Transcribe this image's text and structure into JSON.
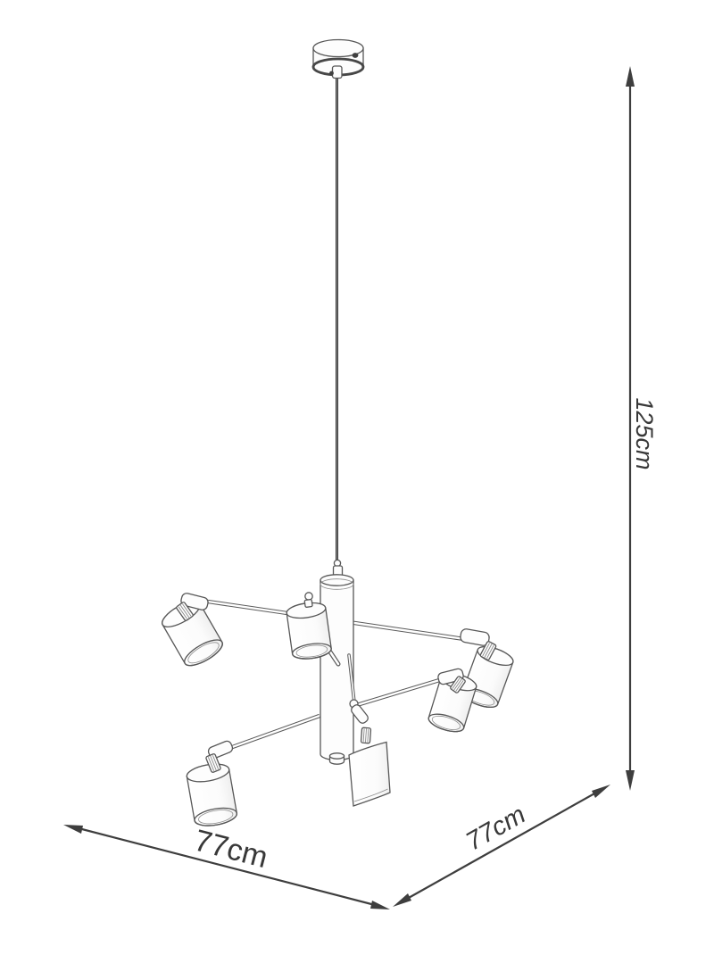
{
  "diagram": {
    "subject": "six-light-pendant-spot-chandelier-dimension-drawing",
    "dimensions": {
      "height_label": "125cm",
      "width_label": "77cm",
      "depth_label": "77cm"
    },
    "colors": {
      "background": "#ffffff",
      "drawing_line": "#575757",
      "dimension_line": "#3e3e3e",
      "text": "#383838"
    },
    "parts": [
      "ceiling-canopy",
      "suspension-cable",
      "central-column",
      "swivel-arm",
      "knurled-joint",
      "spot-shade"
    ],
    "shade_count": 6
  }
}
